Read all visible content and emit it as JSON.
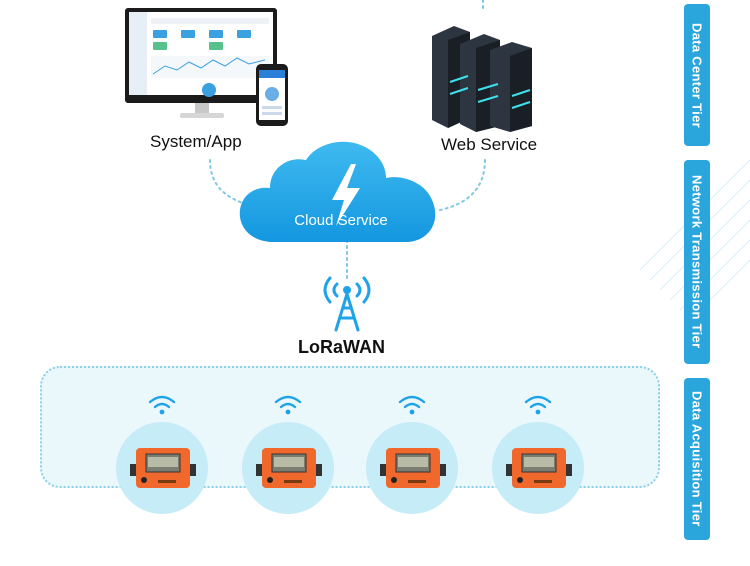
{
  "nodes": {
    "system_app": "System/App",
    "web_service": "Web Service",
    "cloud_service": "Cloud Service",
    "lorawan": "LoRaWAN"
  },
  "tiers": [
    {
      "label": "Data Center Tier"
    },
    {
      "label": "Network Transmission Tier"
    },
    {
      "label": "Data Acquisition Tier"
    }
  ],
  "colors": {
    "accent": "#2aa6dc",
    "cloud": "#1fa3e8",
    "meter": "#f0682b",
    "dotted_line": "#7fc8e4",
    "acquisition_bg": "#eaf8fc"
  },
  "meters": [
    {
      "icon": "wifi-icon"
    },
    {
      "icon": "wifi-icon"
    },
    {
      "icon": "wifi-icon"
    },
    {
      "icon": "wifi-icon"
    }
  ]
}
